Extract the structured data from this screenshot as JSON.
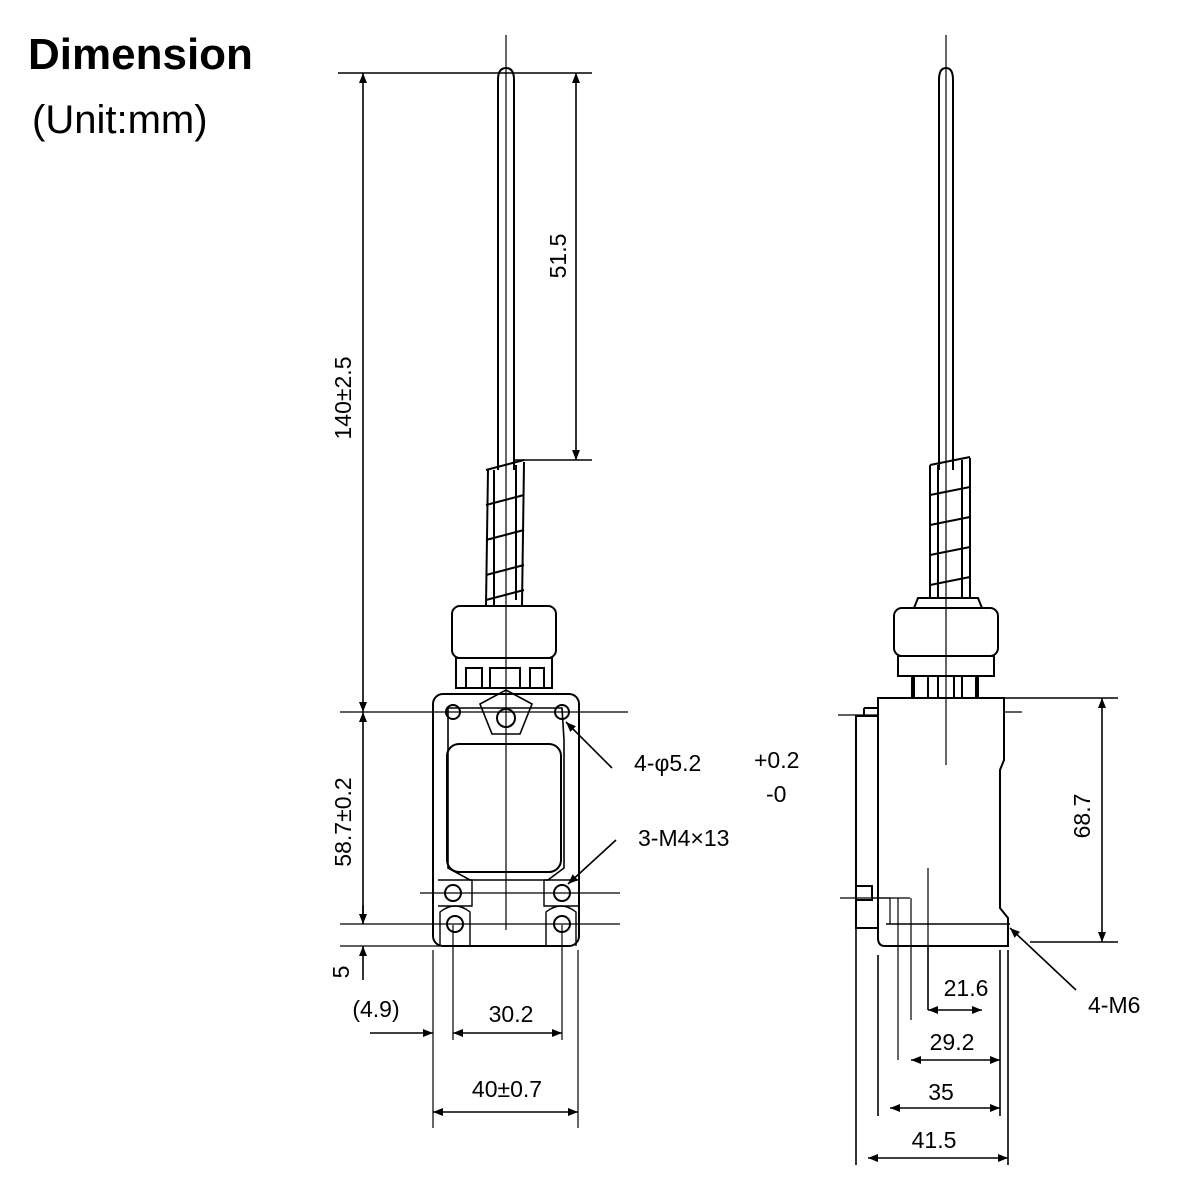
{
  "header": {
    "title": "Dimension",
    "unit": "(Unit:mm)"
  },
  "front_view": {
    "overall_height": "140±2.5",
    "rod_length": "51.5",
    "mount_pitch_vertical": "58.7±0.2",
    "base_offset": "5",
    "edge_offset": "(4.9)",
    "mount_pitch_horizontal": "30.2",
    "body_width": "40±0.7",
    "hole_callout": "4-φ5.2",
    "hole_tol_plus": "+0.2",
    "hole_tol_minus": "-0",
    "screw_callout": "3-M4×13"
  },
  "side_view": {
    "body_height": "68.7",
    "thread_callout": "4-M6",
    "dim_a": "21.6",
    "dim_b": "29.2",
    "dim_c": "35",
    "dim_d": "41.5"
  },
  "colors": {
    "line": "#000000",
    "background": "#ffffff"
  }
}
